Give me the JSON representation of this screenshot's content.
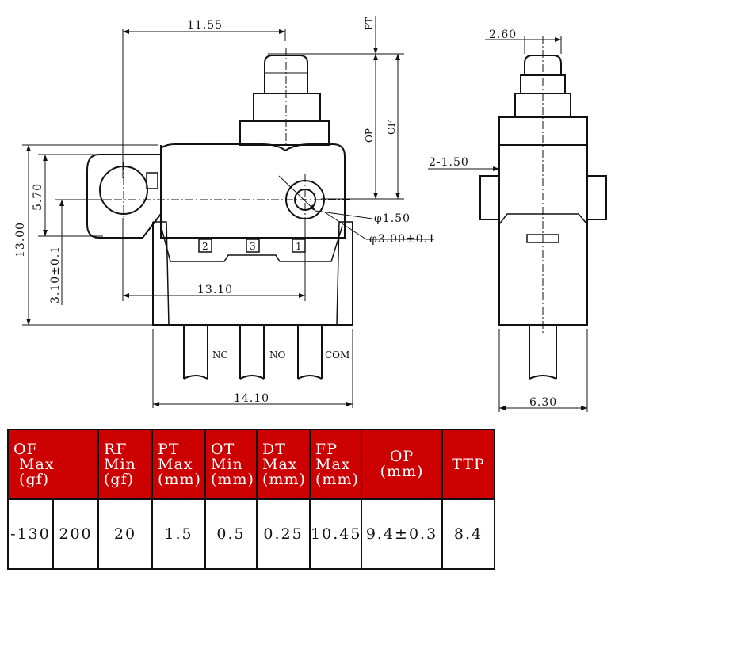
{
  "colors": {
    "header_bg": "#cc0000",
    "header_text": "#ffffff",
    "line": "#111111"
  },
  "dimensions": {
    "d1155": "11.55",
    "d260": "2.60",
    "pt": "PT",
    "op": "OP",
    "of": "OF",
    "d570": "5.70",
    "d1300": "13.00",
    "d310": "3.10±0.1",
    "d1310": "13.10",
    "d1410": "14.10",
    "d630": "6.30",
    "d2150": "2-1.50",
    "phi150": "φ1.50",
    "phi300": "φ3.00±0.1"
  },
  "pins": {
    "p2": "2",
    "p3": "3",
    "p1": "1"
  },
  "terminals": {
    "nc": "NC",
    "no": "NO",
    "com": "COM"
  },
  "table": {
    "headers": {
      "of": "OF\n Max\n (gf)",
      "rf": "RF\nMin\n(gf)",
      "pt": "PT\nMax\n(mm)",
      "ot": "OT\nMin\n(mm)",
      "dt": "DT\nMax\n(mm)",
      "fp": "FP\nMax\n(mm)",
      "op": "OP\n(mm)",
      "ttp": "TTP"
    },
    "row": {
      "of_min": "-130",
      "of_max": "200",
      "rf": "20",
      "pt": "1.5",
      "ot": "0.5",
      "dt": "0.25",
      "fp": "10.45",
      "op": "9.4±0.3",
      "ttp": "8.4"
    }
  }
}
